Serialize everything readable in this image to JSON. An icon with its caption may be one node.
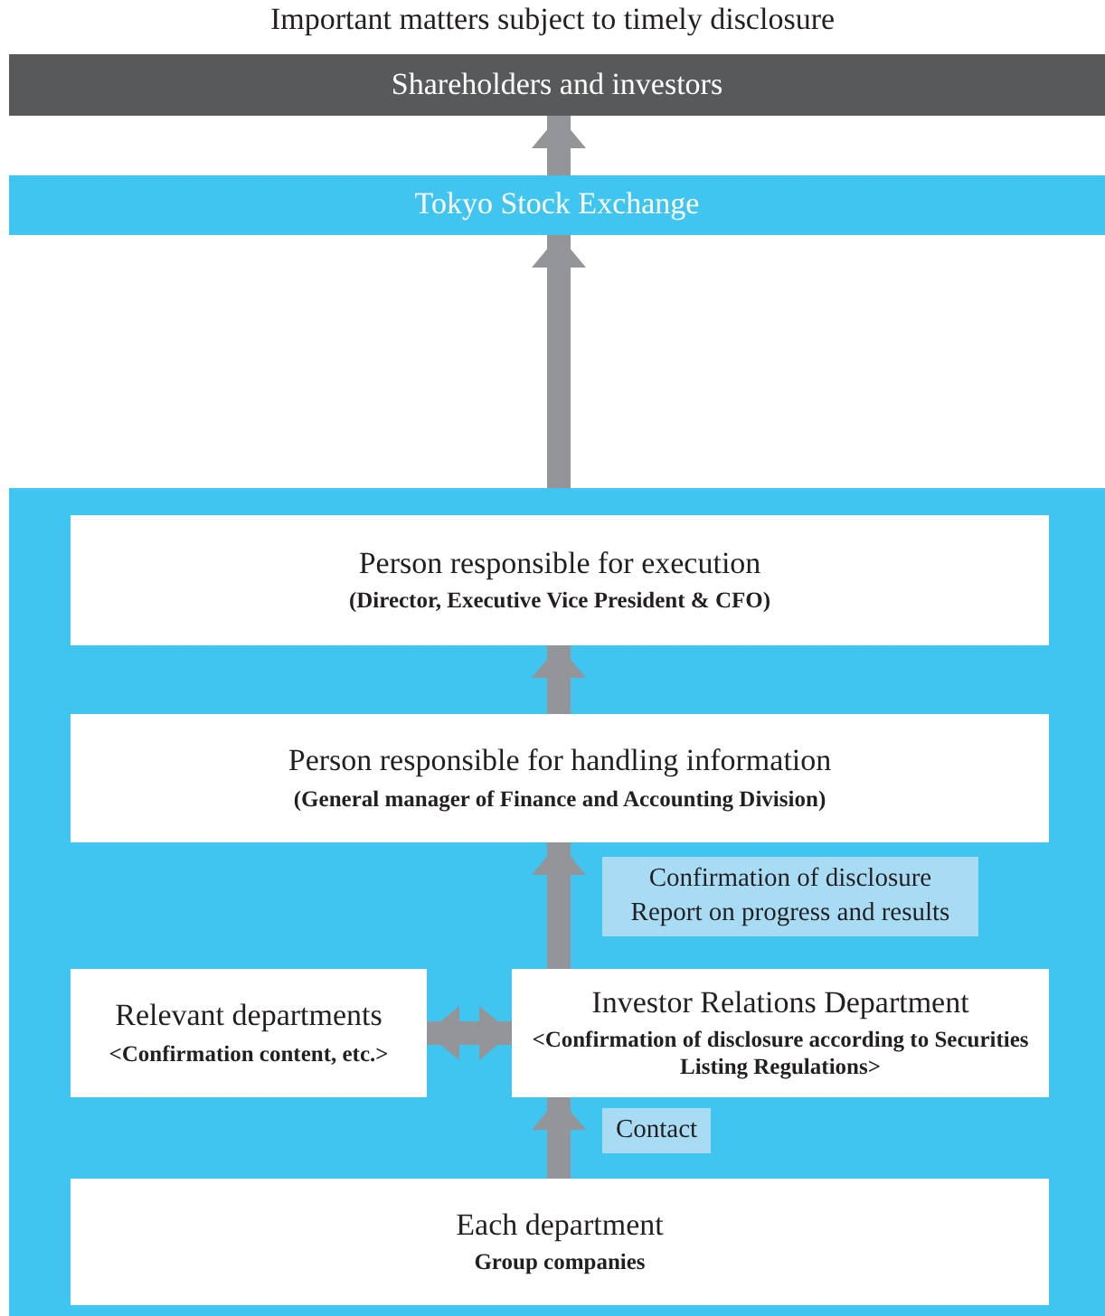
{
  "diagram": {
    "title": "Important matters subject to timely disclosure",
    "nodes": [
      {
        "text": [
          "Shareholders and investors"
        ]
      },
      {
        "text": [
          "Tokyo Stock Exchange"
        ]
      },
      {
        "text": [],
        "shape": "box"
      },
      {
        "text": [
          "Person responsible for execution",
          "(Director, Executive Vice President & CFO)"
        ],
        "in": 2
      },
      {
        "text": [
          "Person responsible for handling information",
          "(General manager of Finance and Accounting Division)"
        ],
        "in": 2
      },
      {
        "text": [
          "Relevant departments",
          "<Confirmation content, etc.>"
        ],
        "in": 2
      },
      {
        "text": [
          "Investor Relations Department",
          "<Confirmation of disclosure according to Securities Listing Regulations>"
        ],
        "in": 2
      },
      {
        "text": [
          "Each department",
          "Group companies"
        ],
        "in": 2
      }
    ],
    "edges": [
      {
        "from": 1,
        "to": 0,
        "arrow": "to"
      },
      {
        "from": 2,
        "to": 1,
        "arrow": "to"
      },
      {
        "from": 4,
        "to": 3,
        "arrow": "to"
      },
      {
        "from": 6,
        "to": 4,
        "arrow": "to",
        "label": "Confirmation of disclosure Report on progress and results"
      },
      {
        "from": 5,
        "to": 6,
        "arrow": "both"
      },
      {
        "from": 7,
        "to": 6,
        "arrow": "to",
        "label": "Contact"
      }
    ]
  }
}
